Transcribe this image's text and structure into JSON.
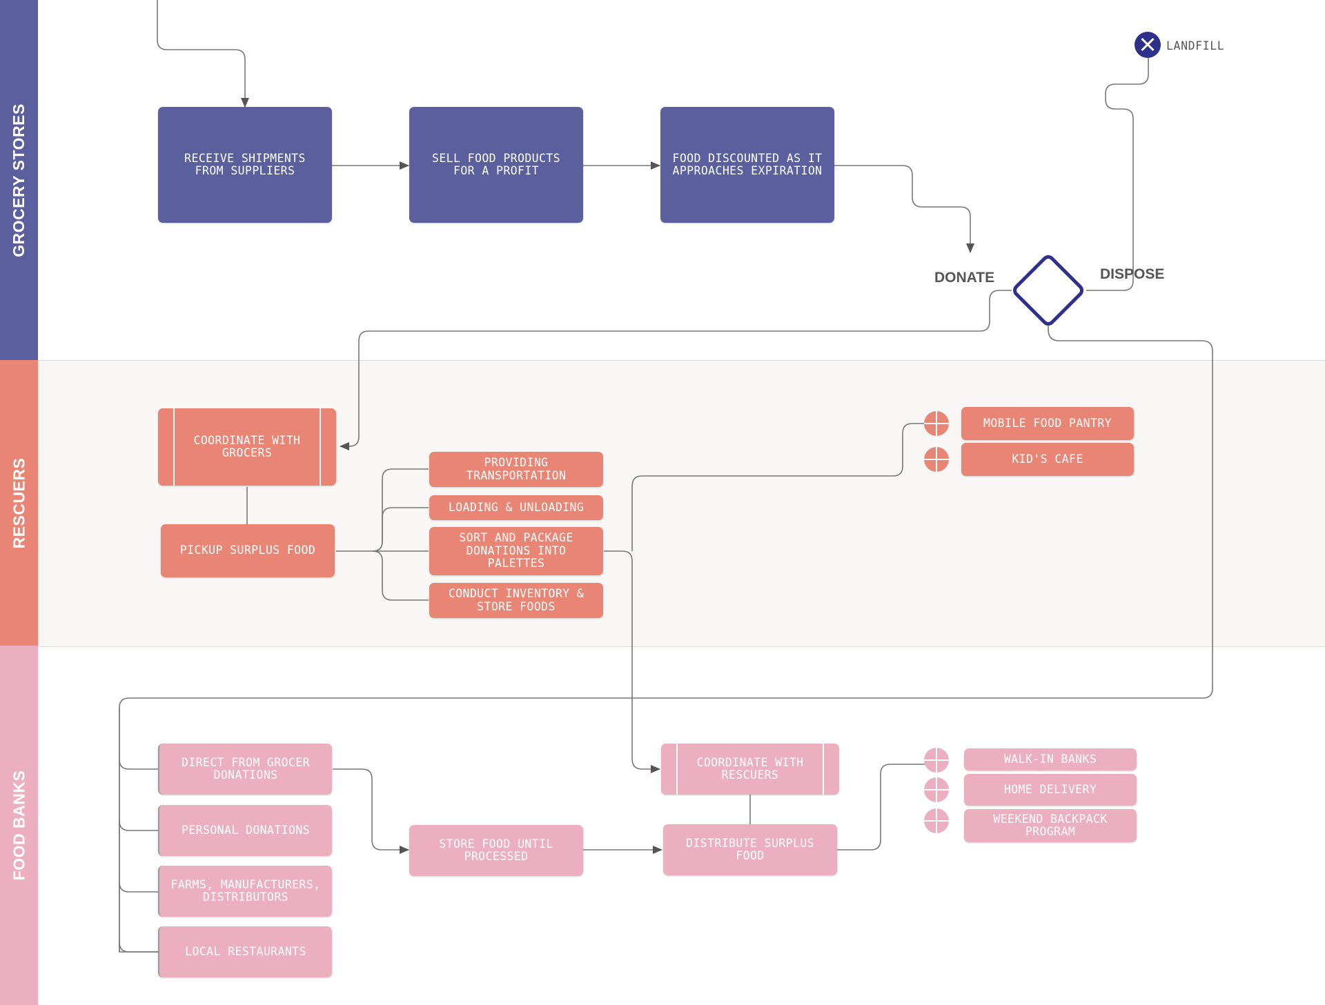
{
  "colors": {
    "grocery": "#5b5f9d",
    "rescuers": "#e98574",
    "foodbanks": "#ecafc0",
    "lane_band_rescuers": "#f8f7f6",
    "gateway": "#2e318a",
    "connector": "#666666"
  },
  "lanes": {
    "grocery": "GROCERY STORES",
    "rescuers": "RESCUERS",
    "foodbanks": "FOOD BANKS"
  },
  "grocery": {
    "receive": "RECEIVE SHIPMENTS\nFROM SUPPLIERS",
    "sell": "SELL FOOD PRODUCTS\nFOR A PROFIT",
    "discount": "FOOD DISCOUNTED AS IT\nAPPROACHES EXPIRATION",
    "donate_label": "DONATE",
    "dispose_label": "DISPOSE",
    "landfill_label": "LANDFILL"
  },
  "rescuers": {
    "coordinate": "COORDINATE WITH\nGROCERS",
    "pickup": "PICKUP SURPLUS FOOD",
    "transport": "PROVIDING\nTRANSPORTATION",
    "loading": "LOADING & UNLOADING",
    "sort": "SORT AND PACKAGE\nDONATIONS INTO\nPALETTES",
    "inventory": "CONDUCT INVENTORY &\nSTORE FOODS",
    "mobile_pantry": "MOBILE FOOD PANTRY",
    "kids_cafe": "KID'S CAFE"
  },
  "foodbanks": {
    "direct": "DIRECT FROM GROCER\nDONATIONS",
    "personal": "PERSONAL DONATIONS",
    "farms": "FARMS, MANUFACTURERS,\nDISTRIBUTORS",
    "restaurants": "LOCAL RESTAURANTS",
    "store": "STORE FOOD UNTIL\nPROCESSED",
    "coordinate": "COORDINATE WITH\nRESCUERS",
    "distribute": "DISTRIBUTE SURPLUS\nFOOD",
    "walkin": "WALK-IN BANKS",
    "home": "HOME DELIVERY",
    "backpack": "WEEKEND BACKPACK\nPROGRAM"
  }
}
